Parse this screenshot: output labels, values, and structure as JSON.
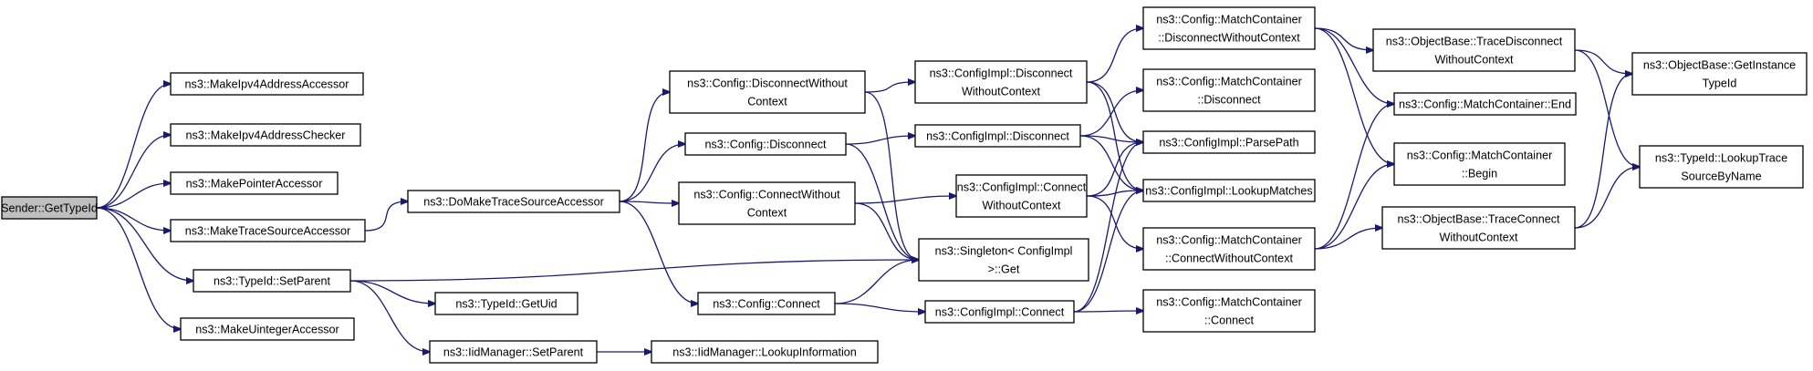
{
  "diagram": {
    "title": "Sender::GetTypeId call graph",
    "colors": {
      "root_fill": "#bfbfbf",
      "node_fill": "#ffffff",
      "node_stroke": "#000000",
      "edge": "#191970"
    },
    "nodes": [
      {
        "id": "root",
        "lines": [
          "Sender::GetTypeId"
        ],
        "root": true
      },
      {
        "id": "mkipv4acc",
        "lines": [
          "ns3::MakeIpv4AddressAccessor"
        ]
      },
      {
        "id": "mkipv4chk",
        "lines": [
          "ns3::MakeIpv4AddressChecker"
        ]
      },
      {
        "id": "mkptracc",
        "lines": [
          "ns3::MakePointerAccessor"
        ]
      },
      {
        "id": "mktrsrcacc",
        "lines": [
          "ns3::MakeTraceSourceAccessor"
        ]
      },
      {
        "id": "typeidsetparent",
        "lines": [
          "ns3::TypeId::SetParent"
        ]
      },
      {
        "id": "mkuintacc",
        "lines": [
          "ns3::MakeUintegerAccessor"
        ]
      },
      {
        "id": "domktrsrc",
        "lines": [
          "ns3::DoMakeTraceSourceAccessor"
        ]
      },
      {
        "id": "typeidgetuid",
        "lines": [
          "ns3::TypeId::GetUid"
        ]
      },
      {
        "id": "iidsetparent",
        "lines": [
          "ns3::IidManager::SetParent"
        ]
      },
      {
        "id": "iidlookup",
        "lines": [
          "ns3::IidManager::LookupInformation"
        ]
      },
      {
        "id": "cfgdiscwoc",
        "lines": [
          "ns3::Config::DisconnectWithout",
          "Context"
        ]
      },
      {
        "id": "cfgdisc",
        "lines": [
          "ns3::Config::Disconnect"
        ]
      },
      {
        "id": "cfgconnwoc",
        "lines": [
          "ns3::Config::ConnectWithout",
          "Context"
        ]
      },
      {
        "id": "cfgconn",
        "lines": [
          "ns3::Config::Connect"
        ]
      },
      {
        "id": "implDiscWoc",
        "lines": [
          "ns3::ConfigImpl::Disconnect",
          "WithoutContext"
        ]
      },
      {
        "id": "implDisc",
        "lines": [
          "ns3::ConfigImpl::Disconnect"
        ]
      },
      {
        "id": "implConnWoc",
        "lines": [
          "ns3::ConfigImpl::Connect",
          "WithoutContext"
        ]
      },
      {
        "id": "singleton",
        "lines": [
          "ns3::Singleton< ConfigImpl",
          " >::Get"
        ]
      },
      {
        "id": "implConn",
        "lines": [
          "ns3::ConfigImpl::Connect"
        ]
      },
      {
        "id": "mcDiscWoc",
        "lines": [
          "ns3::Config::MatchContainer",
          "::DisconnectWithoutContext"
        ]
      },
      {
        "id": "mcDisc",
        "lines": [
          "ns3::Config::MatchContainer",
          "::Disconnect"
        ]
      },
      {
        "id": "parsePath",
        "lines": [
          "ns3::ConfigImpl::ParsePath"
        ]
      },
      {
        "id": "lookupMatches",
        "lines": [
          "ns3::ConfigImpl::LookupMatches"
        ]
      },
      {
        "id": "mcConnWoc",
        "lines": [
          "ns3::Config::MatchContainer",
          "::ConnectWithoutContext"
        ]
      },
      {
        "id": "mcConn",
        "lines": [
          "ns3::Config::MatchContainer",
          "::Connect"
        ]
      },
      {
        "id": "obTraceDiscWoc",
        "lines": [
          "ns3::ObjectBase::TraceDisconnect",
          "WithoutContext"
        ]
      },
      {
        "id": "mcEnd",
        "lines": [
          "ns3::Config::MatchContainer::End"
        ]
      },
      {
        "id": "mcBegin",
        "lines": [
          "ns3::Config::MatchContainer",
          "::Begin"
        ]
      },
      {
        "id": "obTraceConnWoc",
        "lines": [
          "ns3::ObjectBase::TraceConnect",
          "WithoutContext"
        ]
      },
      {
        "id": "obGetInstTypeId",
        "lines": [
          "ns3::ObjectBase::GetInstance",
          "TypeId"
        ]
      },
      {
        "id": "lookupTraceSrc",
        "lines": [
          "ns3::TypeId::LookupTrace",
          "SourceByName"
        ]
      }
    ]
  }
}
